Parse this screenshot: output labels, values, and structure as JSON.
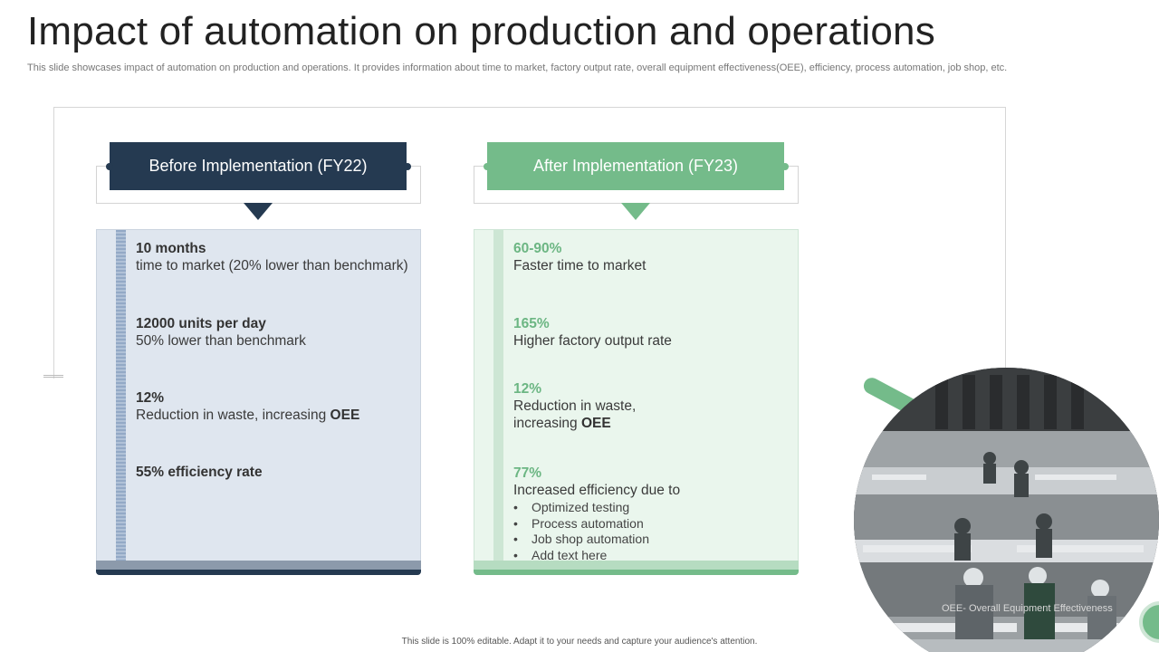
{
  "title": "Impact of automation on production and operations",
  "subtitle": "This slide showcases impact of automation on production and operations. It provides information about time to market, factory output rate, overall equipment effectiveness(OEE), efficiency, process automation, job shop, etc.",
  "colors": {
    "navy": "#253a51",
    "green": "#74bb8a",
    "panel_before": "#dfe6ef",
    "panel_after": "#eaf6ed"
  },
  "before": {
    "header": "Before Implementation (FY22)",
    "items": [
      {
        "key": "10 months",
        "text": "time to market (20% lower than benchmark)"
      },
      {
        "key": "12000 units per day",
        "text": "50% lower than benchmark"
      },
      {
        "key": "12%",
        "text": "Reduction in waste, increasing ",
        "bold": "OEE"
      },
      {
        "key": "55% efficiency rate"
      }
    ]
  },
  "after": {
    "header": "After Implementation (FY23)",
    "items": [
      {
        "key": "60-90%",
        "text": "Faster time to market"
      },
      {
        "key": "165%",
        "text": "Higher factory  output rate"
      },
      {
        "key": "12%",
        "line1": "Reduction in waste,",
        "line2": "increasing ",
        "bold": "OEE"
      },
      {
        "key": "77%",
        "text": "Increased efficiency due to",
        "bullets": [
          "Optimized testing",
          "Process automation",
          "Job shop automation",
          "Add text here"
        ]
      }
    ]
  },
  "photo_icon": "factory-floor-photo",
  "photo_caption": "OEE- Overall Equipment Effectiveness",
  "footer": "This slide is 100% editable.  Adapt it to your needs and capture your audience's attention."
}
